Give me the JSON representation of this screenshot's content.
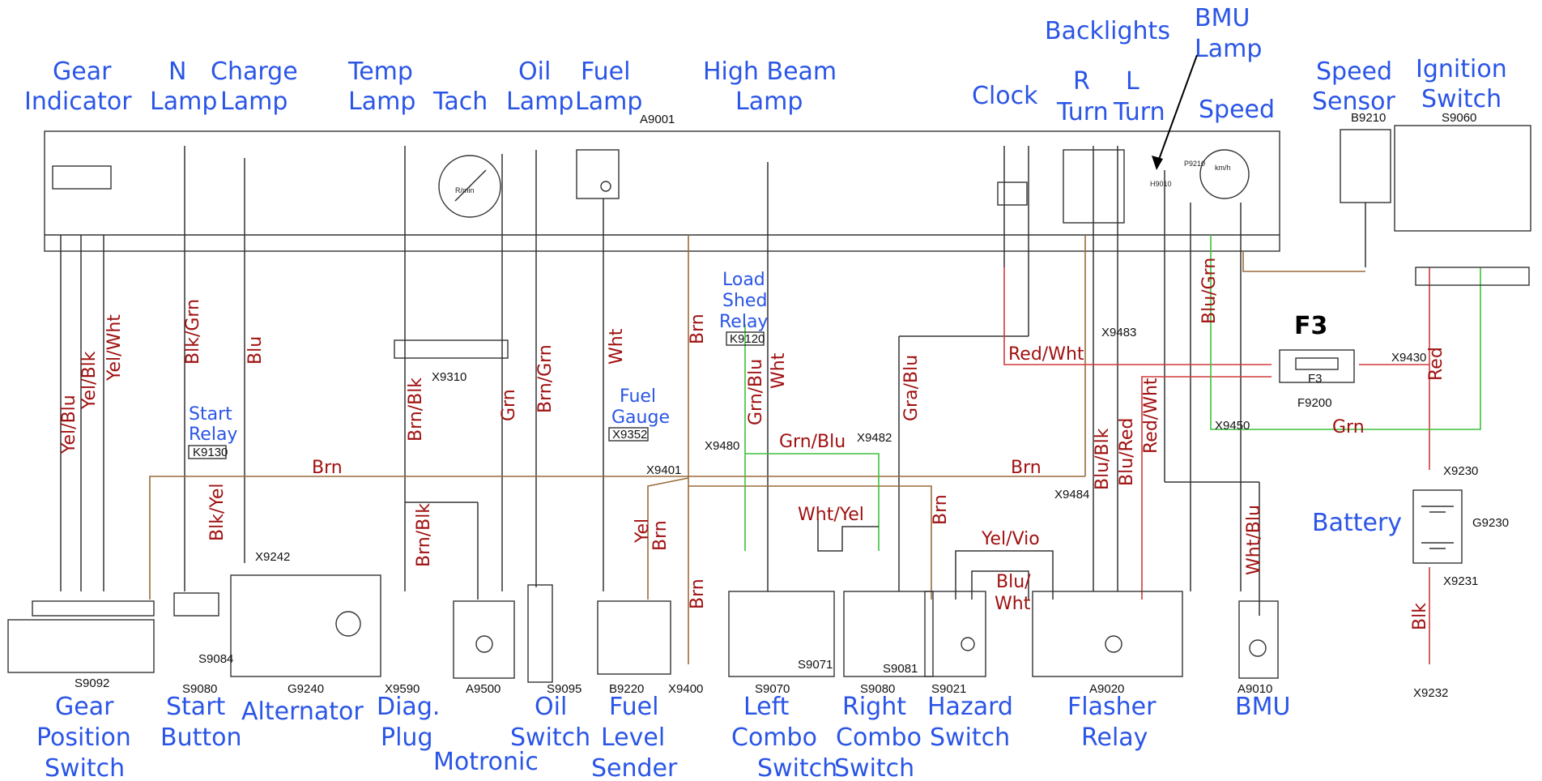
{
  "labels": {
    "gear_indicator": [
      "Gear",
      "Indicator"
    ],
    "n_lamp": [
      "N",
      "Lamp"
    ],
    "charge_lamp": [
      "Charge",
      "Lamp"
    ],
    "temp_lamp": [
      "Temp",
      "Lamp"
    ],
    "tach": "Tach",
    "oil_lamp": [
      "Oil",
      "Lamp"
    ],
    "fuel_lamp": [
      "Fuel",
      "Lamp"
    ],
    "high_beam_lamp": [
      "High Beam",
      "Lamp"
    ],
    "backlights": "Backlights",
    "bmu_lamp": [
      "BMU",
      "Lamp"
    ],
    "clock": "Clock",
    "r_turn": [
      "R",
      "Turn"
    ],
    "l_turn": [
      "L",
      "Turn"
    ],
    "speed": "Speed",
    "speed_sensor": [
      "Speed",
      "Sensor"
    ],
    "ignition_switch": [
      "Ignition",
      "Switch"
    ],
    "load_shed_relay": [
      "Load",
      "Shed",
      "Relay"
    ],
    "start_relay": [
      "Start",
      "Relay"
    ],
    "fuel_gauge": [
      "Fuel",
      "Gauge"
    ],
    "battery": "Battery",
    "f3": "F3",
    "gear_position_switch": [
      "Gear",
      "Position",
      "Switch"
    ],
    "start_button": [
      "Start",
      "Button"
    ],
    "alternator": "Alternator",
    "diag_plug": [
      "Diag.",
      "Plug"
    ],
    "motronic": "Motronic",
    "oil_switch": [
      "Oil",
      "Switch"
    ],
    "fuel_level_sender": [
      "Fuel",
      "Level",
      "Sender"
    ],
    "left_combo_switch": [
      "Left",
      "Combo",
      "Switch"
    ],
    "right_combo_switch": [
      "Right",
      "Combo",
      "Switch"
    ],
    "hazard_switch": [
      "Hazard",
      "Switch"
    ],
    "flasher_relay": [
      "Flasher",
      "Relay"
    ],
    "bmu": "BMU"
  },
  "wire_labels": {
    "yel_blu": "Yel/Blu",
    "yel_blk": "Yel/Blk",
    "yel_wht": "Yel/Wht",
    "blk_grn": "Blk/Grn",
    "blu": "Blu",
    "blk_yel": "Blk/Yel",
    "brn_blk_upper": "Brn/Blk",
    "brn_blk_lower": "Brn/Blk",
    "grn": "Grn",
    "brn_grn": "Brn/Grn",
    "wht_left": "Wht",
    "brn_upper": "Brn",
    "grn_blu_vert": "Grn/Blu",
    "wht_right": "Wht",
    "gra_blu": "Gra/Blu",
    "red_wht_horiz": "Red/Wht",
    "blu_blk": "Blu/Blk",
    "blu_red": "Blu/Red",
    "red_wht_vert": "Red/Wht",
    "blu_grn": "Blu/Grn",
    "red_vert": "Red",
    "grn_horiz": "Grn",
    "brn_left": "Brn",
    "grn_blu_horiz": "Grn/Blu",
    "brn_right": "Brn",
    "yel": "Yel",
    "brn_mid": "Brn",
    "brn_lower": "Brn",
    "wht_yel": "Wht/Yel",
    "brn_hazard": "Brn",
    "yel_vio": "Yel/Vio",
    "blu_wht": [
      "Blu/",
      "Wht"
    ],
    "wht_blu": "Wht/Blu",
    "blk": "Blk"
  },
  "codes": {
    "k9130": "K9130",
    "k9120": "K9120",
    "x9352": "X9352",
    "x9310": "X9310",
    "x9401": "X9401",
    "x9480": "X9480",
    "x9482": "X9482",
    "x9483": "X9483",
    "x9484": "X9484",
    "x9430": "X9430",
    "x9450": "X9450",
    "x9230": "X9230",
    "x9231": "X9231",
    "x9232": "X9232",
    "x9242": "X9242",
    "x9590": "X9590",
    "x9400": "X9400",
    "f9200": "F9200",
    "f3_small": "F3",
    "g9230": "G9230",
    "g9240": "G9240",
    "s9092": "S9092",
    "s9080_left": "S9080",
    "s9084": "S9084",
    "a9500": "A9500",
    "s9095": "S9095",
    "b9220": "B9220",
    "s9070": "S9070",
    "s9071": "S9071",
    "s9080_right": "S9080",
    "s9081": "S9081",
    "s9021": "S9021",
    "a9020": "A9020",
    "a9010": "A9010",
    "a9001": "A9001",
    "b9210": "B9210",
    "s9060": "S9060",
    "p9210": "P9210",
    "h9010": "H9010",
    "tach_dial": "R/min",
    "speed_dial": "km/h"
  }
}
